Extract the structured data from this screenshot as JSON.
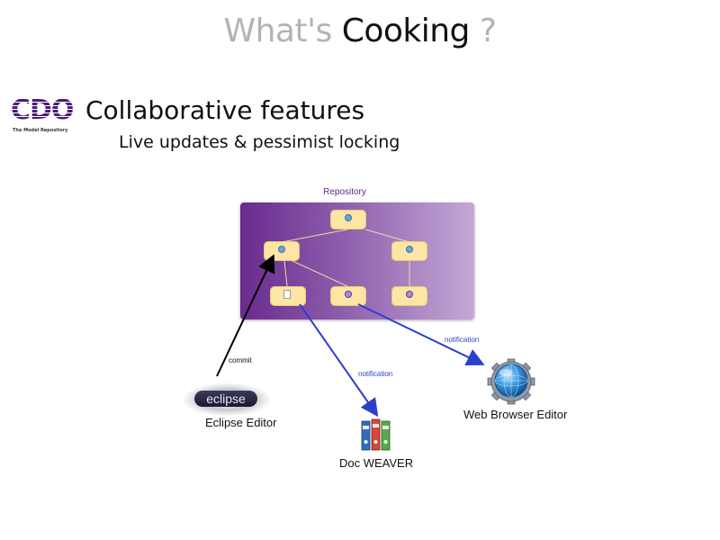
{
  "title": {
    "prefix": "What's",
    "highlight": "Cooking",
    "suffix": "?"
  },
  "logo": {
    "word": "CDO",
    "caption": "The Model Repository"
  },
  "heading": "Collaborative features",
  "subheading": "Live updates & pessimist locking",
  "diagram": {
    "repository_label": "Repository",
    "edges": [
      {
        "label": "commit",
        "color": "#000000"
      },
      {
        "label": "notification",
        "color": "#2b3fcc"
      },
      {
        "label": "notification",
        "color": "#2b3fcc"
      }
    ],
    "clients": {
      "eclipse": {
        "logo_text": "eclipse",
        "label": "Eclipse Editor",
        "icon": "eclipse-logo-icon"
      },
      "doc": {
        "label": "Doc WEAVER",
        "icon": "binders-icon"
      },
      "web": {
        "label": "Web Browser Editor",
        "icon": "globe-gear-icon"
      }
    }
  },
  "colors": {
    "repository_gradient": [
      "#6a2a8e",
      "#c4a8d6"
    ],
    "node_fill": "#fde5a3",
    "notification_arrow": "#2b3fcc",
    "commit_arrow": "#000000",
    "logo": "#4a1a7a"
  }
}
